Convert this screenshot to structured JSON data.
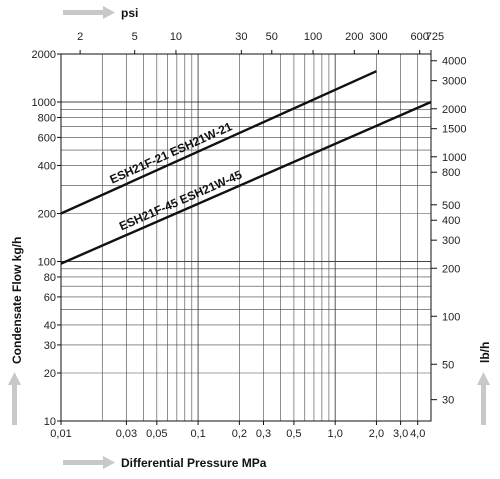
{
  "chart_data": {
    "type": "line",
    "xscale": "log",
    "yscale": "log",
    "grid": true,
    "xlim": [
      0.01,
      5.0
    ],
    "ylim": [
      10,
      2000
    ],
    "xlabel": "Differential Pressure MPa",
    "ylabel": "Condensate Flow kg/h",
    "x2label": "psi",
    "y2label": "lb/h",
    "x_ticks": [
      {
        "value": 0.01,
        "label": "0,01"
      },
      {
        "value": 0.03,
        "label": "0,03"
      },
      {
        "value": 0.05,
        "label": "0,05"
      },
      {
        "value": 0.1,
        "label": "0,1"
      },
      {
        "value": 0.2,
        "label": "0,2"
      },
      {
        "value": 0.3,
        "label": "0,3"
      },
      {
        "value": 0.5,
        "label": "0,5"
      },
      {
        "value": 1.0,
        "label": "1,0"
      },
      {
        "value": 2.0,
        "label": "2,0"
      },
      {
        "value": 3.0,
        "label": "3,0"
      },
      {
        "value": 4.0,
        "label": "4,0"
      }
    ],
    "x2_ticks": [
      {
        "value": 2,
        "label": "2"
      },
      {
        "value": 5,
        "label": "5"
      },
      {
        "value": 10,
        "label": "10"
      },
      {
        "value": 30,
        "label": "30"
      },
      {
        "value": 50,
        "label": "50"
      },
      {
        "value": 100,
        "label": "100"
      },
      {
        "value": 200,
        "label": "200"
      },
      {
        "value": 300,
        "label": "300"
      },
      {
        "value": 600,
        "label": "600"
      },
      {
        "value": 725,
        "label": "725"
      }
    ],
    "y_ticks": [
      {
        "value": 10,
        "label": "10"
      },
      {
        "value": 20,
        "label": "20"
      },
      {
        "value": 30,
        "label": "30"
      },
      {
        "value": 40,
        "label": "40"
      },
      {
        "value": 60,
        "label": "60"
      },
      {
        "value": 80,
        "label": "80"
      },
      {
        "value": 100,
        "label": "100"
      },
      {
        "value": 200,
        "label": "200"
      },
      {
        "value": 400,
        "label": "400"
      },
      {
        "value": 600,
        "label": "600"
      },
      {
        "value": 800,
        "label": "800"
      },
      {
        "value": 1000,
        "label": "1000"
      },
      {
        "value": 2000,
        "label": "2000"
      }
    ],
    "y2_ticks": [
      {
        "value": 30,
        "label": "30"
      },
      {
        "value": 50,
        "label": "50"
      },
      {
        "value": 100,
        "label": "100"
      },
      {
        "value": 200,
        "label": "200"
      },
      {
        "value": 300,
        "label": "300"
      },
      {
        "value": 400,
        "label": "400"
      },
      {
        "value": 500,
        "label": "500"
      },
      {
        "value": 800,
        "label": "800"
      },
      {
        "value": 1000,
        "label": "1000"
      },
      {
        "value": 1500,
        "label": "1500"
      },
      {
        "value": 2000,
        "label": "2000"
      },
      {
        "value": 3000,
        "label": "3000"
      },
      {
        "value": 4000,
        "label": "4000"
      }
    ],
    "series": [
      {
        "name": "ESH21F-21   ESH21W-21",
        "x": [
          0.01,
          2.0
        ],
        "y": [
          200,
          1560
        ]
      },
      {
        "name": "ESH21F-45   ESH21W-45",
        "x": [
          0.01,
          5.0
        ],
        "y": [
          97,
          1000
        ]
      }
    ]
  }
}
